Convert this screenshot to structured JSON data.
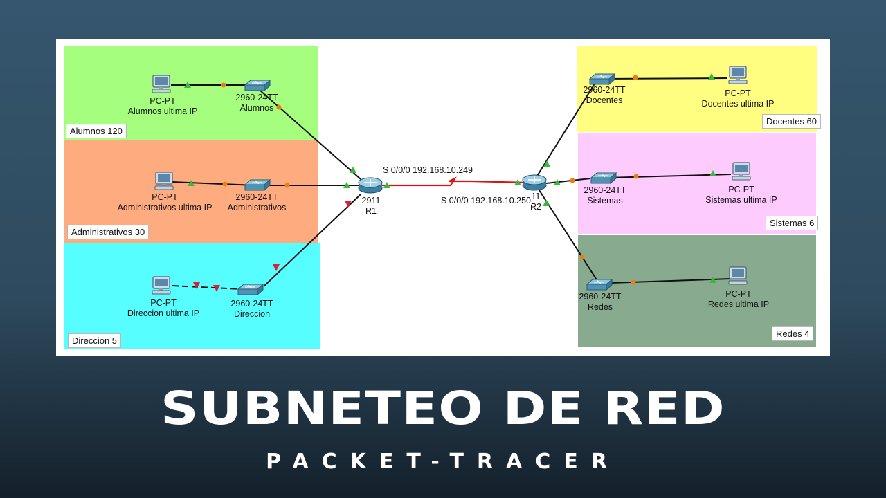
{
  "zones": [
    {
      "id": "alumnos",
      "label": "Alumnos 120",
      "color": "#a6fe7f"
    },
    {
      "id": "administrativos",
      "label": "Administrativos 30",
      "color": "#ffab80"
    },
    {
      "id": "direccion",
      "label": "Direccion 5",
      "color": "#56feff"
    },
    {
      "id": "docentes",
      "label": "Docentes 60",
      "color": "#fffe80"
    },
    {
      "id": "sistemas",
      "label": "Sistemas 6",
      "color": "#fecbfe"
    },
    {
      "id": "redes",
      "label": "Redes 4",
      "color": "#88ab8f"
    }
  ],
  "devices": {
    "pc_alumnos": {
      "type": "PC-PT",
      "name": "Alumnos ultima IP"
    },
    "sw_alumnos": {
      "type": "2960-24TT",
      "name": "Alumnos"
    },
    "pc_admin": {
      "type": "PC-PT",
      "name": "Administrativos ultima IP"
    },
    "sw_admin": {
      "type": "2960-24TT",
      "name": "Administrativos"
    },
    "pc_direccion": {
      "type": "PC-PT",
      "name": "Direccion ultima IP"
    },
    "sw_direccion": {
      "type": "2960-24TT",
      "name": "Direccion"
    },
    "r1": {
      "type": "2911",
      "name": "R1"
    },
    "r2": {
      "type": "11",
      "name": "R2"
    },
    "sw_docentes": {
      "type": "2960-24TT",
      "name": "Docentes"
    },
    "pc_docentes": {
      "type": "PC-PT",
      "name": "Docentes ultima IP"
    },
    "sw_sistemas": {
      "type": "2960-24TT",
      "name": "Sistemas"
    },
    "pc_sistemas": {
      "type": "PC-PT",
      "name": "Sistemas ultima IP"
    },
    "sw_redes": {
      "type": "2960-24TT",
      "name": "Redes"
    },
    "pc_redes": {
      "type": "PC-PT",
      "name": "Redes ultima IP"
    }
  },
  "serial_link": {
    "r1_label": "S 0/0/0 192.168.10.249",
    "r2_label": "S 0/0/0 192.168.10.250",
    "color": "#e01010"
  },
  "colors": {
    "link": "#111111",
    "status_up": "#3cb83c",
    "status_down": "#d8203a",
    "status_pending": "#f07c10"
  },
  "title": "SUBNETEO DE RED",
  "subtitle": "PACKET-TRACER"
}
